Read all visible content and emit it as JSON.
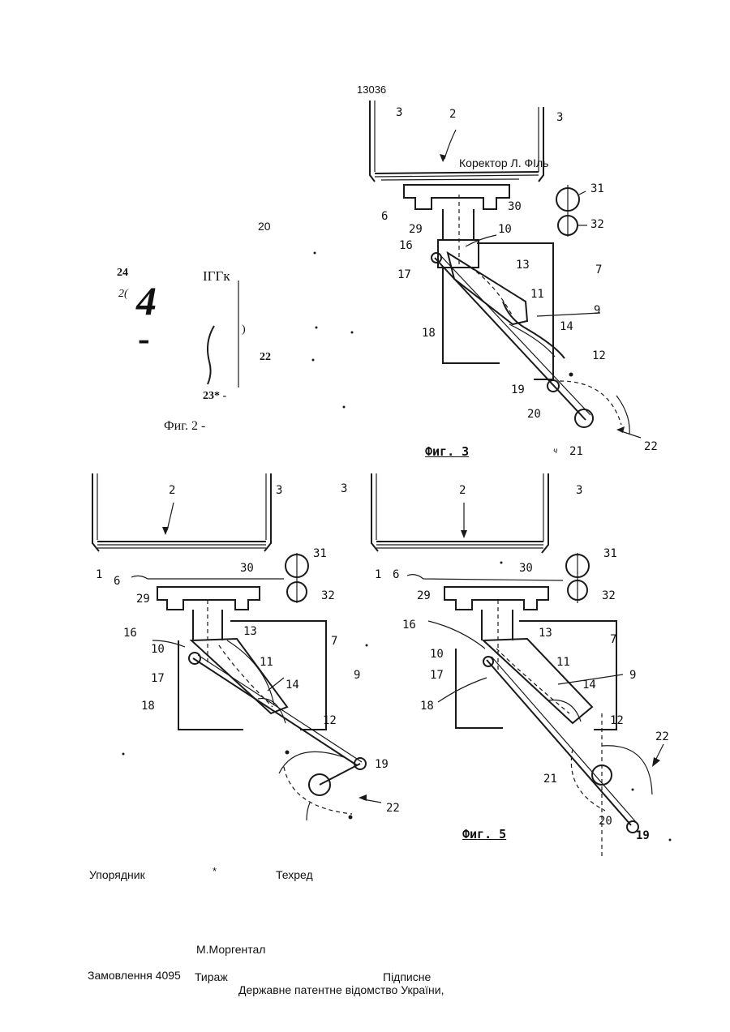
{
  "header": {
    "doc_number": "13036"
  },
  "fig2": {
    "label": "Фиг. 2 -",
    "ref_24": "24",
    "ref_2p": "2(",
    "ref_4": "4",
    "ref_dash": "-",
    "ref_iig": "IГГк",
    "ref_paren": ")",
    "ref_22": "22",
    "ref_23": "23* -",
    "ref_20": "20"
  },
  "fig3": {
    "label": "Фиг. 3",
    "corrector": "Коректор Л. ФІль",
    "refs": [
      "2",
      "3",
      "3",
      "6",
      "29",
      "30",
      "31",
      "32",
      "10",
      "16",
      "17",
      "13",
      "7",
      "11",
      "9",
      "18",
      "14",
      "12",
      "19",
      "20",
      "21",
      "22"
    ],
    "stray_mark": "ч"
  },
  "fig4": {
    "refs": [
      "2",
      "3",
      "1",
      "6",
      "30",
      "31",
      "29",
      "32",
      "16",
      "13",
      "10",
      "7",
      "17",
      "11",
      "9",
      "14",
      "18",
      "12",
      "19",
      "22"
    ]
  },
  "fig5": {
    "label": "Фиг. 5",
    "refs": [
      "3",
      "2",
      "3",
      "1",
      "6",
      "30",
      "31",
      "29",
      "32",
      "16",
      "13",
      "7",
      "10",
      "11",
      "17",
      "9",
      "14",
      "18",
      "12",
      "22",
      "21",
      "20",
      "19"
    ]
  },
  "footer": {
    "compiler": "Упорядник",
    "star": "*",
    "techred": "Техред",
    "editor_name": "М.Моргентал",
    "order": "Замовлення 4095",
    "circulation": "Тираж",
    "subscription": "Підписне",
    "office": "Державне патентне відомство України,"
  }
}
